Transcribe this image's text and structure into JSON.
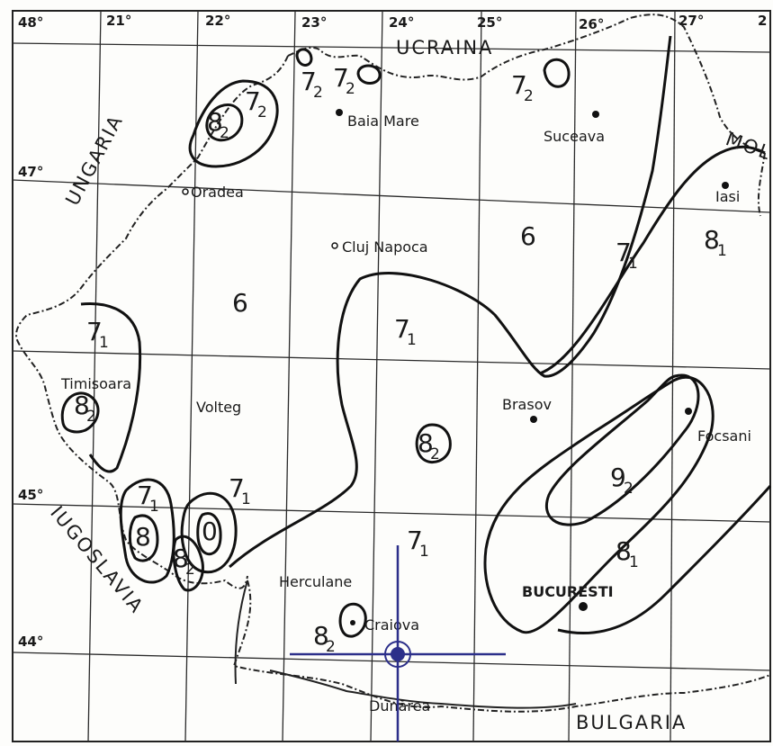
{
  "coords": {
    "lon": [
      "48°",
      "21°",
      "22°",
      "23°",
      "24°",
      "25°",
      "26°",
      "27°",
      "2"
    ],
    "lat": [
      "47°",
      "45°",
      "44°"
    ]
  },
  "countries": {
    "ucraina": "UCRAINA",
    "ungaria": "UNGARIA",
    "iugoslavia": "IUGOSLAVIA",
    "bulgaria": "BULGARIA",
    "moldova_partial": "MOL"
  },
  "cities": {
    "baia_mare": "Baia Mare",
    "suceava": "Suceava",
    "oradea": "Oradea",
    "cluj": "Cluj Napoca",
    "iasi": "Iasi",
    "timisoara": "Timisoara",
    "volteg": "Volteg",
    "brasov": "Brasov",
    "focsani": "Focsani",
    "herculane": "Herculane",
    "craiova": "Craiova",
    "bucuresti": "BUCURESTI",
    "dunarea": "Dunărea"
  },
  "zones": [
    {
      "id": "z72a",
      "main": "7",
      "sub": "2"
    },
    {
      "id": "z72b",
      "main": "7",
      "sub": "2"
    },
    {
      "id": "z72c",
      "main": "7",
      "sub": "2"
    },
    {
      "id": "z72d",
      "main": "7",
      "sub": "2"
    },
    {
      "id": "z82a",
      "main": "8",
      "sub": "2"
    },
    {
      "id": "z6a",
      "main": "6",
      "sub": ""
    },
    {
      "id": "z71a",
      "main": "7",
      "sub": "1"
    },
    {
      "id": "z81a",
      "main": "8",
      "sub": "1"
    },
    {
      "id": "z6b",
      "main": "6",
      "sub": ""
    },
    {
      "id": "z71b",
      "main": "7",
      "sub": "1"
    },
    {
      "id": "z71c",
      "main": "7",
      "sub": "1"
    },
    {
      "id": "z82b",
      "main": "8",
      "sub": "2"
    },
    {
      "id": "z82c",
      "main": "8",
      "sub": "2"
    },
    {
      "id": "z92",
      "main": "9",
      "sub": "2"
    },
    {
      "id": "z71d",
      "main": "7",
      "sub": "1"
    },
    {
      "id": "z71e",
      "main": "7",
      "sub": "1"
    },
    {
      "id": "z8a",
      "main": "8",
      "sub": ""
    },
    {
      "id": "z82d",
      "main": "8",
      "sub": "2"
    },
    {
      "id": "z0",
      "main": "0",
      "sub": ""
    },
    {
      "id": "z71f",
      "main": "7",
      "sub": "1"
    },
    {
      "id": "z81b",
      "main": "8",
      "sub": "1"
    },
    {
      "id": "z82e",
      "main": "8",
      "sub": "2"
    }
  ],
  "marker": {
    "name": "location-crosshair",
    "color": "#2c2f8a"
  },
  "colors": {
    "marker": "#2c2f8a",
    "ink": "#111111"
  }
}
